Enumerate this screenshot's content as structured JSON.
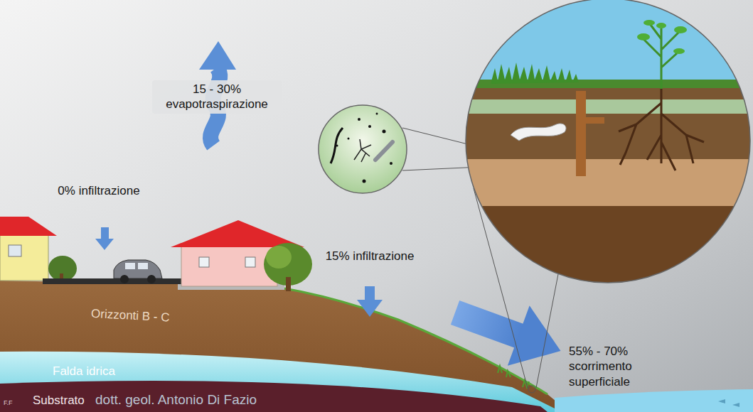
{
  "diagram": {
    "labels": [
      "15 - 30% evapotraspirazione",
      "0% infiltrazione",
      "15% infiltrazione",
      "55% - 70% scorrimento superficiale",
      "Orizzonti B - C",
      "Falda idrica",
      "Substrato",
      "dott. geol. Antonio Di Fazio",
      "F.F"
    ]
  }
}
